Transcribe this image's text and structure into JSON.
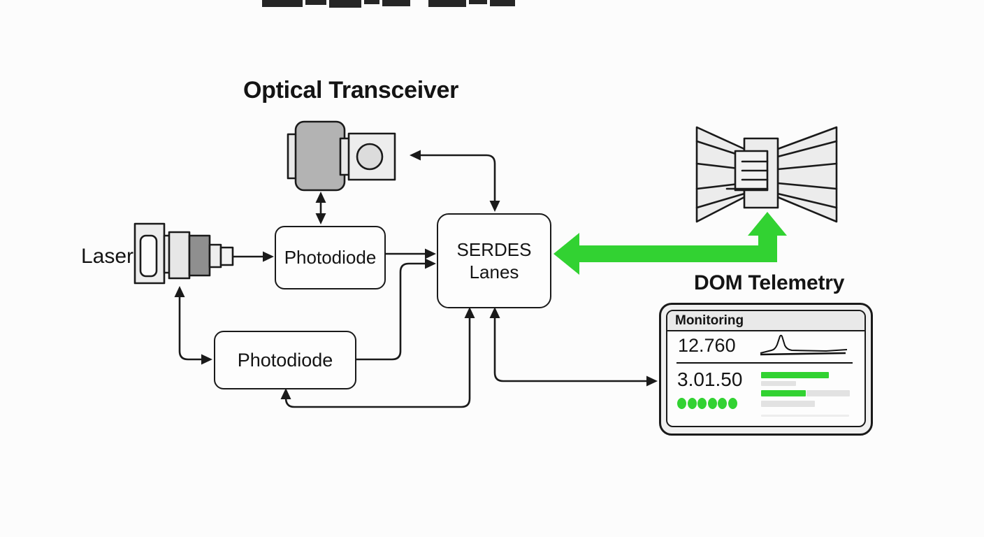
{
  "title": "Optical Transceiver",
  "colors": {
    "accent_green": "#32d232",
    "connector_line": "#1a1a1a",
    "bar_gray": "#e2e2e2"
  },
  "nodes": {
    "laser_label": "Laser",
    "photodiode_top": "Photodiode",
    "photodiode_bottom": "Photodiode",
    "serdes_line1": "SERDES",
    "serdes_line2": "Lanes"
  },
  "dom_telemetry": {
    "label": "DOM Telemetry",
    "panel": {
      "header": "Monitoring",
      "reading_primary": "12.760",
      "reading_secondary": "3.01.50",
      "indicator_dots": 6,
      "bars": [
        {
          "color": "green",
          "width": 97
        },
        {
          "color": "gray",
          "width": 50
        },
        {
          "color": "green",
          "width": 64,
          "trail_gray": 62
        },
        {
          "color": "gray",
          "width": 77
        },
        {
          "color": "faint",
          "width": 126
        }
      ]
    }
  }
}
